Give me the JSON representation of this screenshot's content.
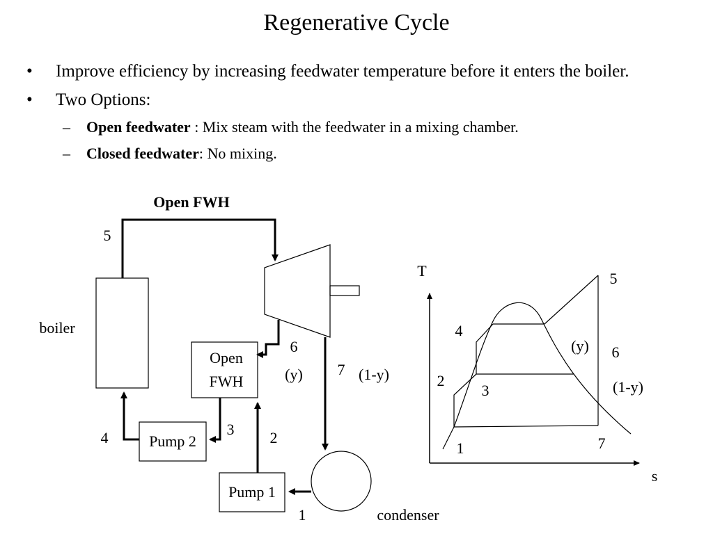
{
  "title": "Regenerative Cycle",
  "bullets": [
    {
      "text": "Improve efficiency by increasing feedwater temperature before it enters the boiler."
    },
    {
      "text": "Two Options:"
    }
  ],
  "sub_bullets": [
    {
      "bold": "Open feedwater",
      "text": " : Mix steam with the feedwater in a mixing chamber."
    },
    {
      "bold": "Closed feedwater",
      "text": ": No mixing."
    }
  ],
  "bullet_glyph": "•",
  "dash_glyph": "–",
  "schematic": {
    "heading": "Open FWH",
    "boiler_label": "boiler",
    "fwh_label_line1": "Open",
    "fwh_label_line2": "FWH",
    "pump2_label": "Pump 2",
    "pump1_label": "Pump 1",
    "condenser_label": "condenser",
    "state_5": "5",
    "state_4": "4",
    "state_3": "3",
    "state_2": "2",
    "state_1": "1",
    "state_6": "6",
    "state_7": "7",
    "frac_y": "(y)",
    "frac_1my": "(1-y)"
  },
  "ts_diagram": {
    "axis_t": "T",
    "axis_s": "s",
    "pt_1": "1",
    "pt_2": "2",
    "pt_3": "3",
    "pt_4": "4",
    "pt_5": "5",
    "pt_6": "6",
    "pt_7": "7",
    "frac_y": "(y)",
    "frac_1my": "(1-y)"
  }
}
